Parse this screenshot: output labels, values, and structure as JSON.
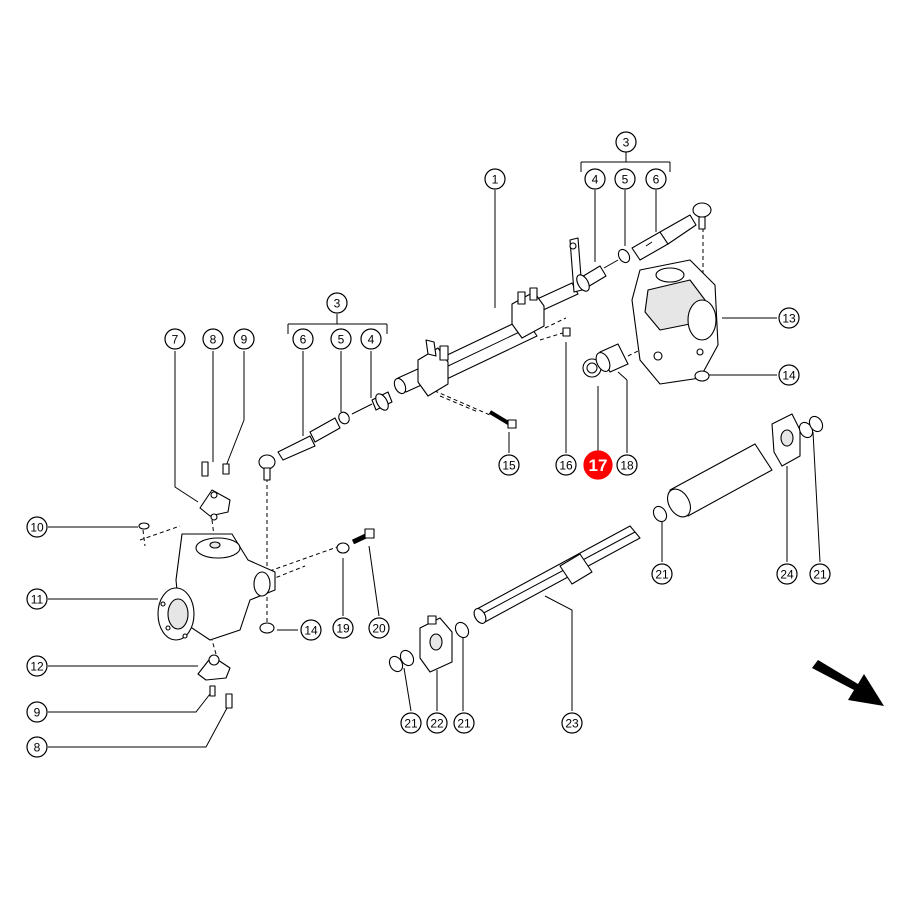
{
  "diagram": {
    "callouts": [
      {
        "id": "c-3-top",
        "label": "3"
      },
      {
        "id": "c-4-top",
        "label": "4"
      },
      {
        "id": "c-5-top",
        "label": "5"
      },
      {
        "id": "c-6-top",
        "label": "6"
      },
      {
        "id": "c-1",
        "label": "1"
      },
      {
        "id": "c-13",
        "label": "13"
      },
      {
        "id": "c-14-right",
        "label": "14"
      },
      {
        "id": "c-16",
        "label": "16"
      },
      {
        "id": "c-17",
        "label": "17",
        "highlight": true
      },
      {
        "id": "c-18",
        "label": "18"
      },
      {
        "id": "c-15",
        "label": "15"
      },
      {
        "id": "c-3-left",
        "label": "3"
      },
      {
        "id": "c-6-left",
        "label": "6"
      },
      {
        "id": "c-5-left",
        "label": "5"
      },
      {
        "id": "c-4-left",
        "label": "4"
      },
      {
        "id": "c-7",
        "label": "7"
      },
      {
        "id": "c-8-top",
        "label": "8"
      },
      {
        "id": "c-9-top",
        "label": "9"
      },
      {
        "id": "c-10",
        "label": "10"
      },
      {
        "id": "c-11",
        "label": "11"
      },
      {
        "id": "c-12",
        "label": "12"
      },
      {
        "id": "c-9-bottom",
        "label": "9"
      },
      {
        "id": "c-8-bottom",
        "label": "8"
      },
      {
        "id": "c-14-left",
        "label": "14"
      },
      {
        "id": "c-19",
        "label": "19"
      },
      {
        "id": "c-20",
        "label": "20"
      },
      {
        "id": "c-21-a",
        "label": "21"
      },
      {
        "id": "c-24",
        "label": "24"
      },
      {
        "id": "c-21-b",
        "label": "21"
      },
      {
        "id": "c-21-c",
        "label": "21"
      },
      {
        "id": "c-22",
        "label": "22"
      },
      {
        "id": "c-21-d",
        "label": "21"
      },
      {
        "id": "c-23",
        "label": "23"
      }
    ],
    "highlight_color": "#ff0000",
    "arrow_icon": "direction-arrow-icon"
  }
}
